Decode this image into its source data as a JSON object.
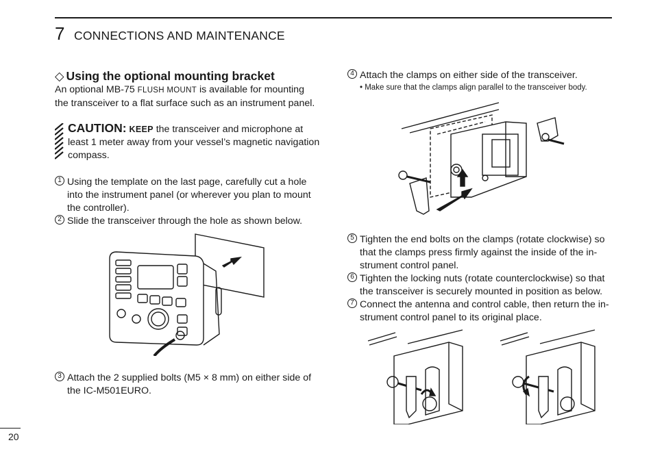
{
  "header": {
    "chapter_number": "7",
    "chapter_title": "CONNECTIONS AND MAINTENANCE"
  },
  "section": {
    "diamond": "◇",
    "title": "Using the optional mounting bracket",
    "intro_a": "An optional MB-75 ",
    "intro_sc": "FLUSH MOUNT",
    "intro_b": " is available for mounting",
    "intro_line2": "the transceiver to a flat surface such as an instrument panel."
  },
  "caution": {
    "label": "CAUTION:",
    "keep": "KEEP",
    "line1": " the transceiver and microphone at",
    "line2": "least 1 meter away from your vessel’s magnetic navigation",
    "line3": "compass."
  },
  "steps_left": [
    {
      "num": "1",
      "lines": [
        "Using the template on the last page, carefully cut a hole",
        "into the instrument panel (or wherever you plan to mount",
        "the controller)."
      ]
    },
    {
      "num": "2",
      "lines": [
        "Slide the transceiver through the hole as shown below."
      ]
    },
    {
      "num": "3",
      "lines": [
        "Attach the 2 supplied bolts (M5 × 8 mm) on either side of",
        "the IC-M501EURO."
      ]
    }
  ],
  "steps_right": [
    {
      "num": "4",
      "lines": [
        "Attach the clamps on either side of the transceiver."
      ],
      "note": "• Make sure that the clamps align parallel to the transceiver body."
    },
    {
      "num": "5",
      "lines": [
        "Tighten the end bolts on the clamps (rotate clockwise) so",
        "that the clamps press firmly against the inside of the in-",
        "strument control panel."
      ]
    },
    {
      "num": "6",
      "lines": [
        "Tighten the locking nuts (rotate counterclockwise) so that",
        "the transceiver is securely mounted in position as below."
      ]
    },
    {
      "num": "7",
      "lines": [
        "Connect the antenna and control cable, then return the in-",
        "strument control panel to its original place."
      ]
    }
  ],
  "footer": {
    "page_number": "20"
  },
  "colors": {
    "ink": "#1a1a1a",
    "paper": "#ffffff"
  },
  "illustrations": [
    "transceiver-insert-illustration",
    "clamp-attach-illustration",
    "bolt-tighten-illustration",
    "nut-tighten-illustration"
  ]
}
